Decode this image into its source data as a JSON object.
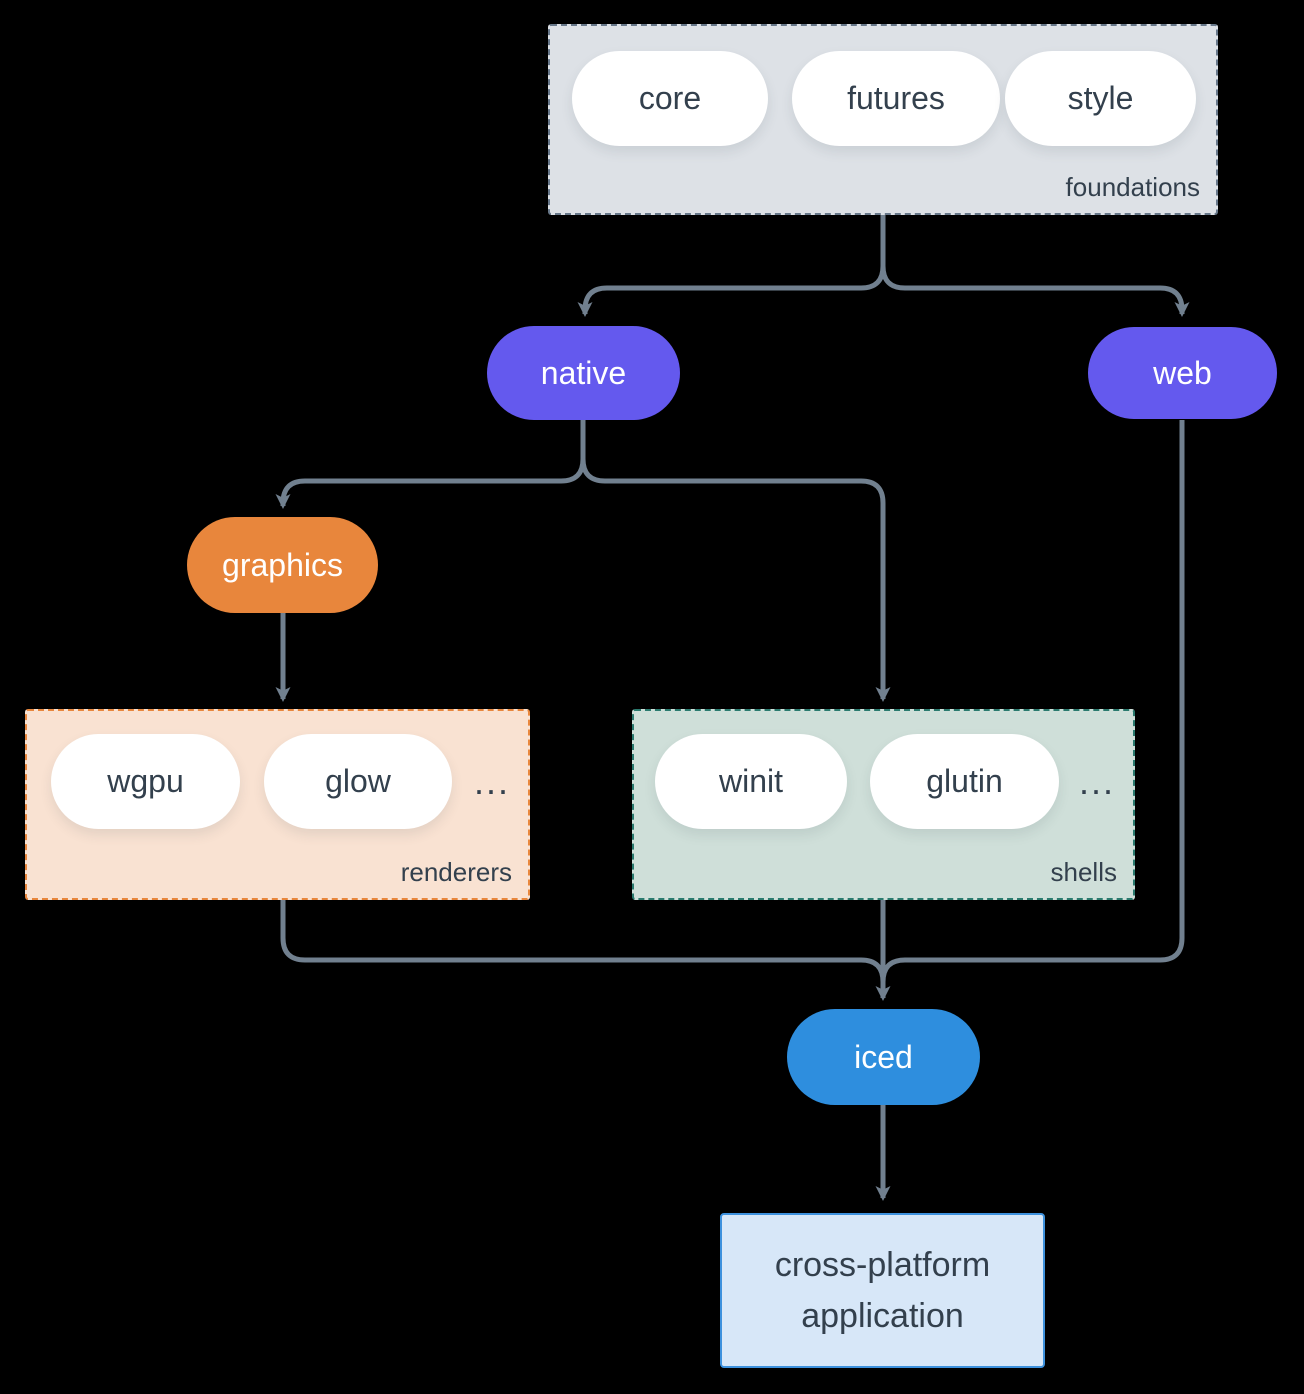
{
  "groups": {
    "foundations": {
      "label": "foundations",
      "items": [
        "core",
        "futures",
        "style"
      ]
    },
    "renderers": {
      "label": "renderers",
      "items": [
        "wgpu",
        "glow"
      ],
      "ellipsis": "..."
    },
    "shells": {
      "label": "shells",
      "items": [
        "winit",
        "glutin"
      ],
      "ellipsis": "..."
    }
  },
  "nodes": {
    "native": {
      "label": "native",
      "color": "#6459ee"
    },
    "web": {
      "label": "web",
      "color": "#6459ee"
    },
    "graphics": {
      "label": "graphics",
      "color": "#e8863c"
    },
    "iced": {
      "label": "iced",
      "color": "#2e8ede"
    },
    "application": {
      "label": "cross-platform application"
    }
  },
  "colors": {
    "background": "#000000",
    "edge": "#71808f",
    "text_dark": "#33404d",
    "foundations_fill": "#dde1e6",
    "foundations_border": "#68788a",
    "renderers_fill": "#f9e2d2",
    "renderers_border": "#e8863c",
    "shells_fill": "#cfdfd9",
    "shells_border": "#2a7a6e",
    "application_fill": "#d7e7f8",
    "application_border": "#3d91dd"
  }
}
